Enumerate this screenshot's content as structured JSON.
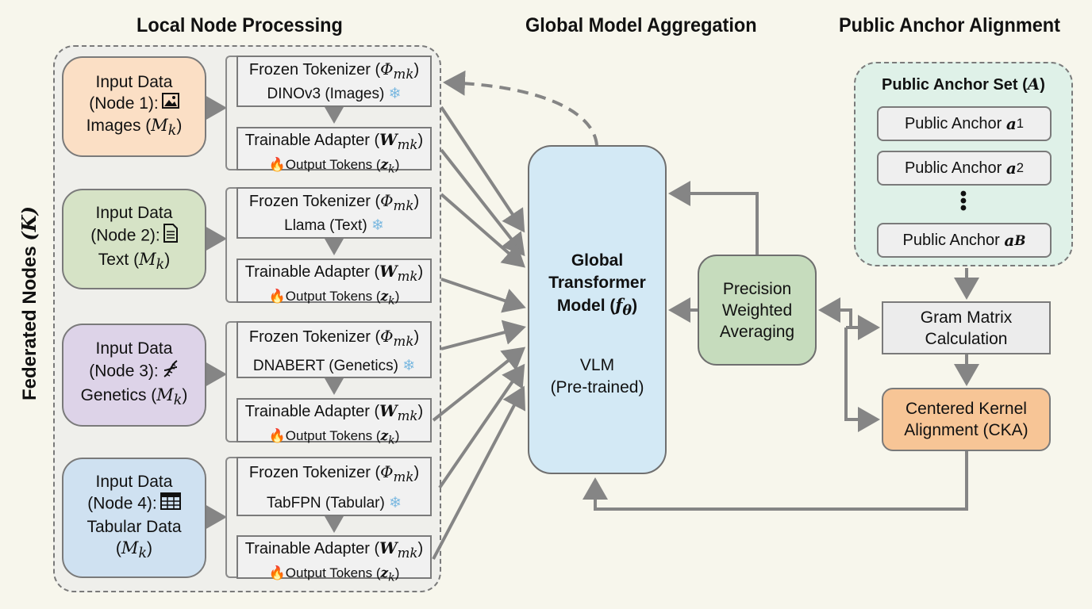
{
  "sections": {
    "local": "Local Node Processing",
    "global": "Global Model Aggregation",
    "anchor": "Public Anchor Alignment",
    "federated": "Federated Nodes",
    "federated_symbol": "(K)"
  },
  "nodes": [
    {
      "line1": "Input Data",
      "line2": "(Node 1):",
      "line3": "Images",
      "line4": "",
      "icon": "image-icon",
      "color": "#fbdfc5",
      "tokenizer_title": "Frozen Tokenizer",
      "tokenizer_model": "DINOv3 (Images)",
      "adapter_title": "Trainable Adapter",
      "adapter_output": "Output Tokens"
    },
    {
      "line1": "Input Data",
      "line2": "(Node 2):",
      "line3": "Text",
      "line4": "",
      "icon": "document-icon",
      "color": "#d6e3c6",
      "tokenizer_title": "Frozen Tokenizer",
      "tokenizer_model": "Llama (Text)",
      "adapter_title": "Trainable Adapter",
      "adapter_output": "Output Tokens"
    },
    {
      "line1": "Input Data",
      "line2": "(Node 3):",
      "line3": "Genetics",
      "line4": "",
      "icon": "dna-icon",
      "color": "#ddd3e8",
      "tokenizer_title": "Frozen Tokenizer",
      "tokenizer_model": "DNABERT (Genetics)",
      "adapter_title": "Trainable Adapter",
      "adapter_output": "Output Tokens"
    },
    {
      "line1": "Input Data",
      "line2": "(Node 4):",
      "line3": "Tabular Data",
      "line4": "",
      "icon": "table-icon",
      "color": "#cfe1f1",
      "tokenizer_title": "Frozen Tokenizer",
      "tokenizer_model": "TabFPN (Tabular)",
      "adapter_title": "Trainable Adapter",
      "adapter_output": "Output Tokens"
    }
  ],
  "symbols": {
    "modality": "M",
    "modality_sub": "k",
    "phi": "Φ",
    "phi_sub": "mk",
    "w": "W",
    "w_sub": "mk",
    "z": "z",
    "z_sub": "k",
    "snowflake": "❄",
    "fire": "🔥"
  },
  "global_model": {
    "line1": "Global",
    "line2": "Transformer",
    "line3": "Model",
    "symbol": "f",
    "symbol_sub": "θ",
    "sub1": "VLM",
    "sub2": "(Pre-trained)"
  },
  "pwa": {
    "line1": "Precision",
    "line2": "Weighted",
    "line3": "Averaging"
  },
  "anchor_set": {
    "title": "Public Anchor Set",
    "title_symbol": "A",
    "items": [
      {
        "label": "Public Anchor",
        "symbol": "a",
        "sub": "1"
      },
      {
        "label": "Public Anchor",
        "symbol": "a",
        "sub": "2"
      },
      {
        "label": "Public Anchor",
        "symbol": "a",
        "sub": "B"
      }
    ],
    "ellipsis": "⋮"
  },
  "gram": {
    "line1": "Gram Matrix",
    "line2": "Calculation"
  },
  "cka": {
    "line1": "Centered Kernel",
    "line2": "Alignment (CKA)"
  },
  "colors": {
    "background": "#f7f6ec",
    "arrow": "#858585",
    "global": "#d3e9f5",
    "pwa": "#c6dcbd",
    "anchor_panel": "#dff1e8",
    "cka": "#f7c596",
    "gram": "#ececec"
  }
}
